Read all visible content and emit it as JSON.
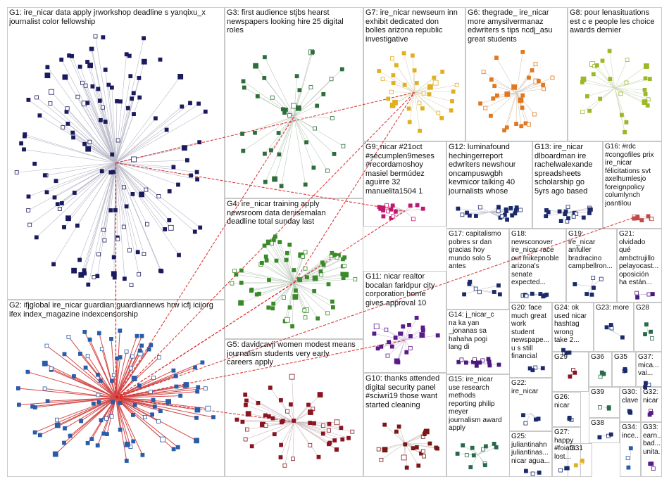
{
  "colors": {
    "panel_border": "#c8c8c8",
    "edge": "#b8b8b8",
    "cross_edge": "#d91a1a",
    "background": "#ffffff"
  },
  "groups": [
    {
      "id": "G1",
      "label": "G1: ire_nicar data apply jrworkshop deadline s yanqixu_x\njournalist color fellowship",
      "color": "#1a1a5e",
      "edge_color": "#b7b7c7",
      "node_count": 140
    },
    {
      "id": "G2",
      "label": "G2: ifjglobal ire_nicar guardian guardiannews hrw icfj icijorg\nifex index_magazine indexcensorship",
      "color": "#2a5da8",
      "edge_color": "#d44a4a",
      "node_count": 100
    },
    {
      "id": "G3",
      "label": "G3: first audience stjbs hearst\nnewspapers looking hire 25 digital\nroles",
      "color": "#2f6e3a",
      "edge_color": "#bcc8bc",
      "node_count": 40
    },
    {
      "id": "G4",
      "label": "G4: ire_nicar training apply\nnewsroom data denisemalan\ndeadline total sunday last",
      "color": "#3a8a2a",
      "edge_color": "#bccabc",
      "node_count": 70
    },
    {
      "id": "G5",
      "label": "G5: davidcavji women modest means\njournalism students very early\ncareers apply",
      "color": "#8a1420",
      "edge_color": "#cbb9bb",
      "node_count": 50
    },
    {
      "id": "G6",
      "label": "G6: thegrade_ ire_nicar\nmore amysilvermanaz\nedwriters s tips ncdj_asu\ngreat students",
      "color": "#e07820",
      "edge_color": "#d8c8b8",
      "node_count": 30
    },
    {
      "id": "G7",
      "label": "G7: ire_nicar newseum inn\nexhibit dedicated don\nbolles arizona republic\ninvestigative",
      "color": "#e0b020",
      "edge_color": "#ddd5b8",
      "node_count": 32
    },
    {
      "id": "G8",
      "label": "G8: pour lenasituations\nest c e people les choice\nawards dernier",
      "color": "#9ab82a",
      "edge_color": "#cfd8b8",
      "node_count": 28
    },
    {
      "id": "G9",
      "label": "G9: nicar #21oct\n#secumplen9meses\n#recordamoshoy\nmasiel bermúdez\naguirre 32\nmanuelita1504 1",
      "color": "#c01870",
      "edge_color": "#d8bccb",
      "node_count": 16
    },
    {
      "id": "G10",
      "label": "G10: thanks attended\ndigital security panel\n#sciwri19 those want\nstarted cleaning",
      "color": "#7a1818",
      "edge_color": "#cbbcbc",
      "node_count": 22
    },
    {
      "id": "G11",
      "label": "G11: nicar realtor\nbocalan faridpur city\ncorporation home\ngives approval 10",
      "color": "#5a1a8a",
      "edge_color": "#cbbcd8",
      "node_count": 24
    },
    {
      "id": "G12",
      "label": "G12: luminafound\nhechingerreport\nedwriters newshour\noncampuswgbh\nkevmicor talking 40\njournalists whose",
      "color": "#1a2a6a",
      "edge_color": "#bcbccb",
      "node_count": 20
    },
    {
      "id": "G13",
      "label": "G13: ire_nicar\ndlboardman ire\nrachelwalexande\nspreadsheets\nscholarship go\n5yrs ago based",
      "color": "#1a2a6a",
      "edge_color": "#bcbccb",
      "node_count": 18
    },
    {
      "id": "G14",
      "label": "G14: j_nicar_c\nna ka yan\n_jonanas sa\nhahaha pogi\nlang di",
      "color": "#4a1a7a",
      "edge_color": "#cbbcd8",
      "node_count": 14
    },
    {
      "id": "G15",
      "label": "G15: ire_nicar\nuse research\nmethods\nreporting philip\nmeyer\njournalism award\napply",
      "color": "#2a6a4a",
      "edge_color": "#bccbc4",
      "node_count": 12
    },
    {
      "id": "G16",
      "label": "G16: #rdc\n#congofiles prix\nire_nicar\nfélicitations svt\naxelhumlesjo\nforeignpolicy\ncolumlynch\njoantilou",
      "color": "#c04a4a",
      "edge_color": "#d8bcbc",
      "node_count": 10
    },
    {
      "id": "G17",
      "label": "G17: capitalismo\npobres sr dan\ngracias hoy\nmundo solo 5\nantes",
      "color": "#1a2a6a",
      "edge_color": "#bcbccb",
      "node_count": 8
    },
    {
      "id": "G18",
      "label": "G18:\nnewsconover\nire_nicar race\nout mikepnoble\narizona's\nsenate\nexpected...",
      "color": "#1a2a6a",
      "edge_color": "#bcbccb",
      "node_count": 8
    },
    {
      "id": "G19",
      "label": "G19:\nire_nicar\nanfuller\nbradracino\ncampbellron...",
      "color": "#1a2a6a",
      "edge_color": "#bcbccb",
      "node_count": 6
    },
    {
      "id": "G20",
      "label": "G20: face\nmuch great\nwork\nstudent\nnewspape...\nu s still\nfinancial",
      "color": "#1a2a6a",
      "edge_color": "#bcbccb",
      "node_count": 4
    },
    {
      "id": "G21",
      "label": "G21:\nolvidado\nqué\nambctrujillo\npelayocast...\noposición\nha están...",
      "color": "#4a1a7a",
      "edge_color": "#cbbcd8",
      "node_count": 5
    },
    {
      "id": "G22",
      "label": "G22:\nire_nicar",
      "color": "#1a2a6a",
      "edge_color": "#bcbccb",
      "node_count": 4
    },
    {
      "id": "G23",
      "label": "G23: more",
      "color": "#1a2a6a",
      "edge_color": "#bcbccb",
      "node_count": 4
    },
    {
      "id": "G24",
      "label": "G24: ok\nused nicar\nhashtag\nwrong\ntake 2...",
      "color": "#1a2a6a",
      "edge_color": "#bcbccb",
      "node_count": 4
    },
    {
      "id": "G25",
      "label": "G25:\njuliantinahn\njuliantinas...\nnicar agua...",
      "color": "#1a2a6a",
      "edge_color": "#bcbccb",
      "node_count": 3
    },
    {
      "id": "G26",
      "label": "G26:\nnicar",
      "color": "#1a2a6a",
      "edge_color": "#bcbccb",
      "node_count": 3
    },
    {
      "id": "G27",
      "label": "G27:\nhappy\n#foiafri...\nlost...",
      "color": "#1a2a6a",
      "edge_color": "#bcbccb",
      "node_count": 3
    },
    {
      "id": "G28",
      "label": "G28",
      "color": "#2a6a4a",
      "edge_color": "#bccbc4",
      "node_count": 4
    },
    {
      "id": "G29",
      "label": "G29",
      "color": "#8a1420",
      "edge_color": "#cbb9bb",
      "node_count": 3
    },
    {
      "id": "G30",
      "label": "G30:\nclave",
      "color": "#1a2a6a",
      "edge_color": "#bcbccb",
      "node_count": 3
    },
    {
      "id": "G31",
      "label": "G31",
      "color": "#e0b020",
      "edge_color": "#ddd5b8",
      "node_count": 3
    },
    {
      "id": "G32",
      "label": "G32:\nnicar",
      "color": "#5a1a8a",
      "edge_color": "#cbbcd8",
      "node_count": 3
    },
    {
      "id": "G33",
      "label": "G33:\nearn...\nbad...\nunita...",
      "color": "#5a1a8a",
      "edge_color": "#cbbcd8",
      "node_count": 3
    },
    {
      "id": "G34",
      "label": "G34:\nince...",
      "color": "#2a5da8",
      "edge_color": "#bcc4d8",
      "node_count": 3
    },
    {
      "id": "G35",
      "label": "G35",
      "color": "#1a2a6a",
      "edge_color": "#bcbccb",
      "node_count": 3
    },
    {
      "id": "G36",
      "label": "G36",
      "color": "#2a6a4a",
      "edge_color": "#bccbc4",
      "node_count": 3
    },
    {
      "id": "G37",
      "label": "G37:\nmica...\nvai...",
      "color": "#1a2a6a",
      "edge_color": "#bcbccb",
      "node_count": 3
    },
    {
      "id": "G38",
      "label": "G38",
      "color": "#1a2a6a",
      "edge_color": "#bcbccb",
      "node_count": 3
    },
    {
      "id": "G39",
      "label": "G39",
      "color": "#2a6a4a",
      "edge_color": "#bccbc4",
      "node_count": 3
    }
  ]
}
